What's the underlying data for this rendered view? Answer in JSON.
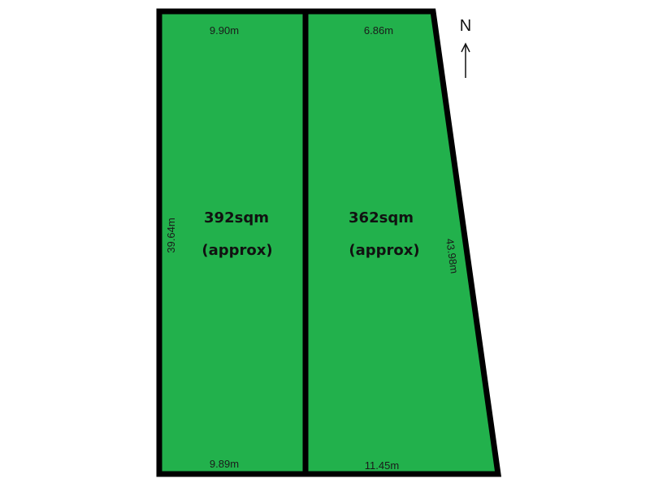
{
  "colors": {
    "lot_fill": "#22b14c",
    "boundary": "#000000",
    "text": "#111111"
  },
  "north": {
    "label": "N",
    "icon": "north-arrow-icon"
  },
  "lots": [
    {
      "area": "392sqm",
      "qualifier": "(approx)",
      "top_width": "9.90m",
      "bottom_width": "9.89m",
      "side_length": "39.64m"
    },
    {
      "area": "362sqm",
      "qualifier": "(approx)",
      "top_width": "6.86m",
      "bottom_width": "11.45m",
      "side_length": "43.98m"
    }
  ]
}
